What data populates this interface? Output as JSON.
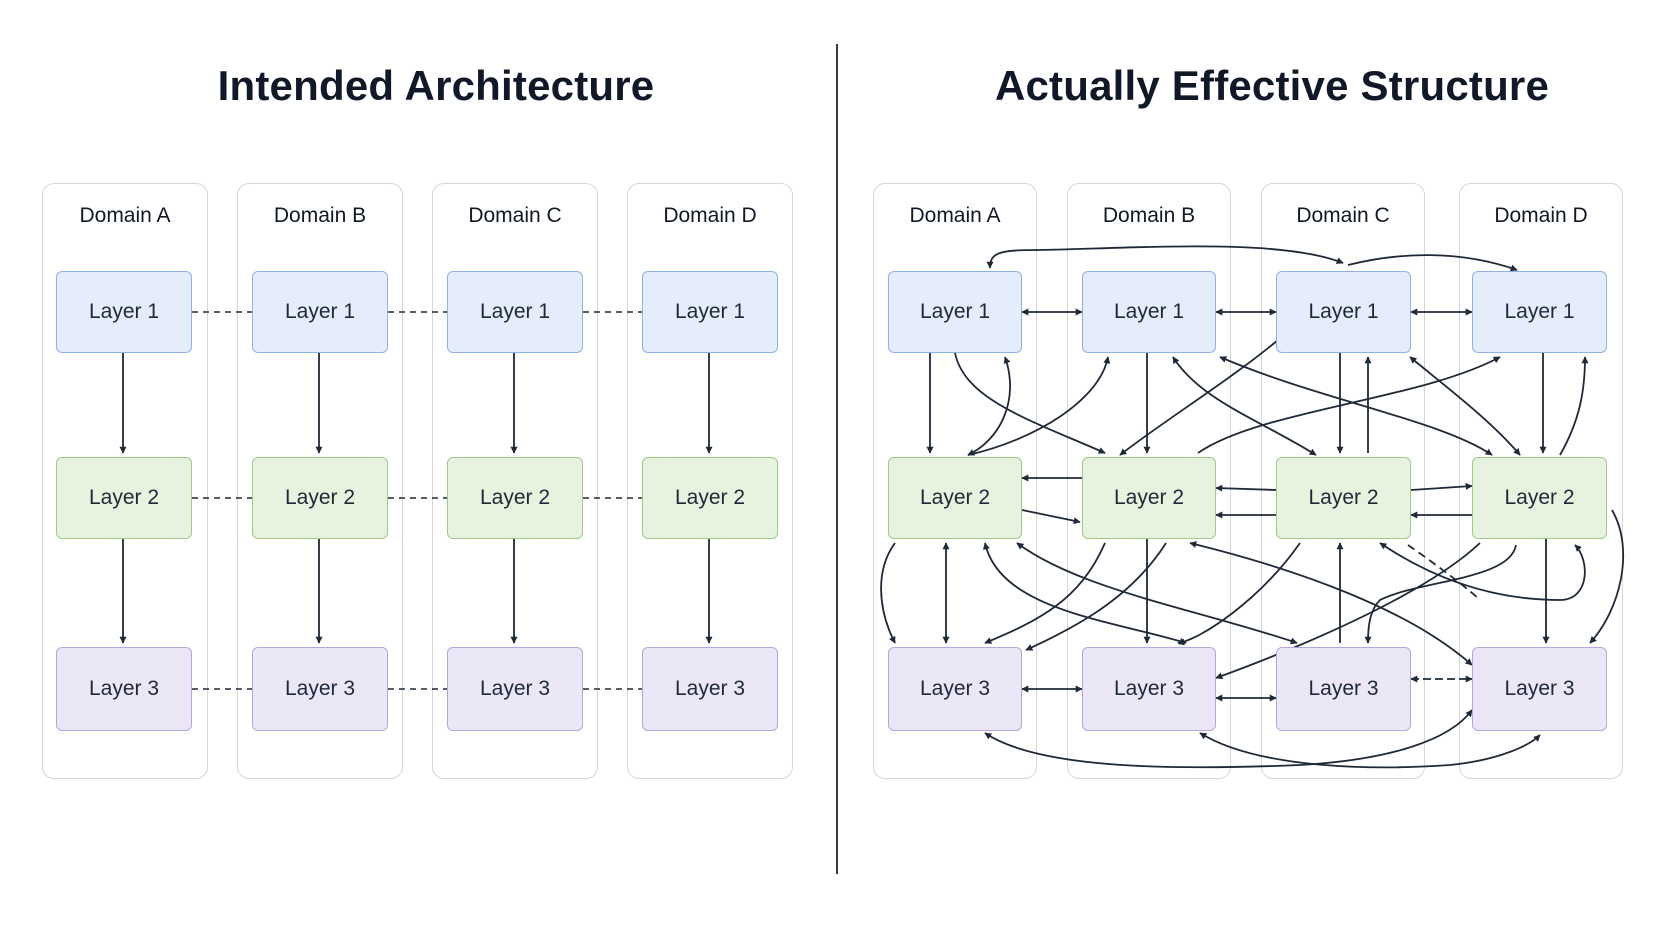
{
  "left_panel": {
    "title": "Intended Architecture",
    "domains": [
      {
        "label": "Domain A",
        "layers": [
          "Layer 1",
          "Layer 2",
          "Layer 3"
        ]
      },
      {
        "label": "Domain B",
        "layers": [
          "Layer 1",
          "Layer 2",
          "Layer 3"
        ]
      },
      {
        "label": "Domain C",
        "layers": [
          "Layer 1",
          "Layer 2",
          "Layer 3"
        ]
      },
      {
        "label": "Domain D",
        "layers": [
          "Layer 1",
          "Layer 2",
          "Layer 3"
        ]
      }
    ]
  },
  "right_panel": {
    "title": "Actually Effective Structure",
    "domains": [
      {
        "label": "Domain A",
        "layers": [
          "Layer 1",
          "Layer 2",
          "Layer 3"
        ]
      },
      {
        "label": "Domain B",
        "layers": [
          "Layer 1",
          "Layer 2",
          "Layer 3"
        ]
      },
      {
        "label": "Domain C",
        "layers": [
          "Layer 1",
          "Layer 2",
          "Layer 3"
        ]
      },
      {
        "label": "Domain D",
        "layers": [
          "Layer 1",
          "Layer 2",
          "Layer 3"
        ]
      }
    ]
  },
  "colors": {
    "layer1_fill": "#e5edfa",
    "layer1_border": "#8fb2e6",
    "layer2_fill": "#e7f2df",
    "layer2_border": "#9dcb86",
    "layer3_fill": "#ece7f7",
    "layer3_border": "#b4a6dc",
    "arrow": "#1f2937"
  }
}
